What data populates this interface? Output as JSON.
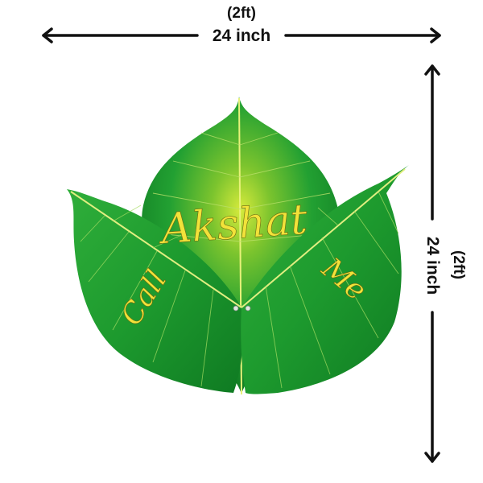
{
  "dimensions": {
    "width": {
      "feet_label": "(2ft)",
      "inch_label": "24 inch"
    },
    "height": {
      "feet_label": "(2ft)",
      "inch_label": "24 inch"
    }
  },
  "product": {
    "name_text": "Akshat",
    "left_text": "Call",
    "right_text": "Me",
    "shape": "three-peepal-leaf",
    "colors": {
      "leaf": "#1f9a2c",
      "leaf_highlight": "#c9e43a",
      "text": "#f2e23a",
      "arrow": "#111111"
    }
  }
}
